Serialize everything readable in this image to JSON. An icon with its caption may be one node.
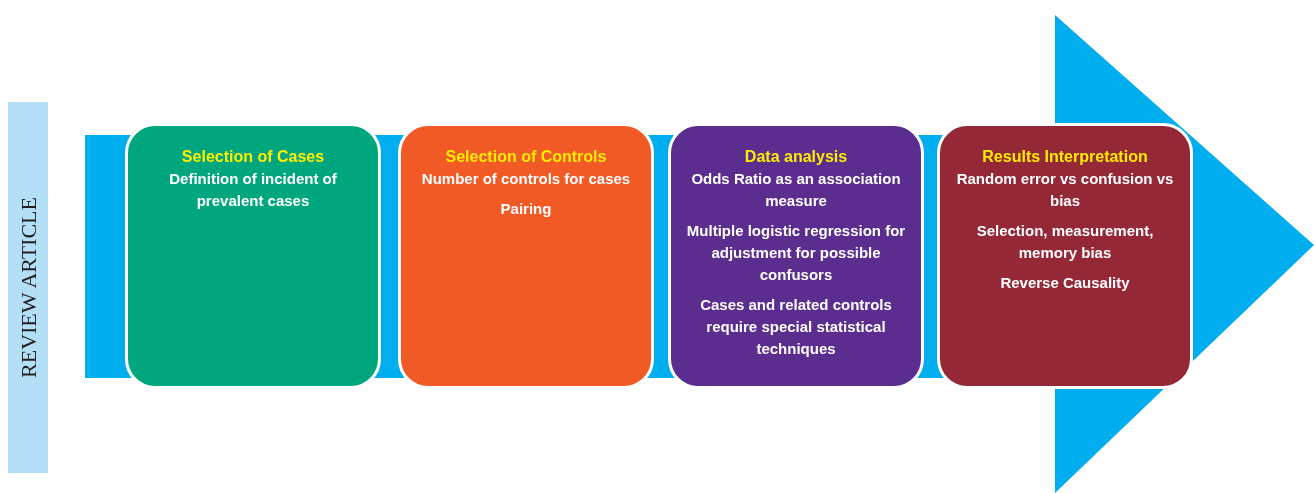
{
  "diagram": {
    "nodes": [
      {
        "text": [
          "Selection of Cases",
          "Definition of incident of prevalent cases"
        ]
      },
      {
        "text": [
          "Selection of Controls",
          "Number of controls for cases",
          "Pairing"
        ]
      },
      {
        "text": [
          "Data analysis",
          "Odds Ratio as an association measure",
          "Multiple logistic regression for adjustment for possible confusors",
          "Cases and related controls require special statistical techniques"
        ]
      },
      {
        "text": [
          "Results Interpretation",
          "Random error vs confusion vs bias",
          "Selection, measurement, memory bias",
          "Reverse Causality"
        ]
      }
    ],
    "labels": [
      "REVIEW ARTICLE"
    ]
  }
}
